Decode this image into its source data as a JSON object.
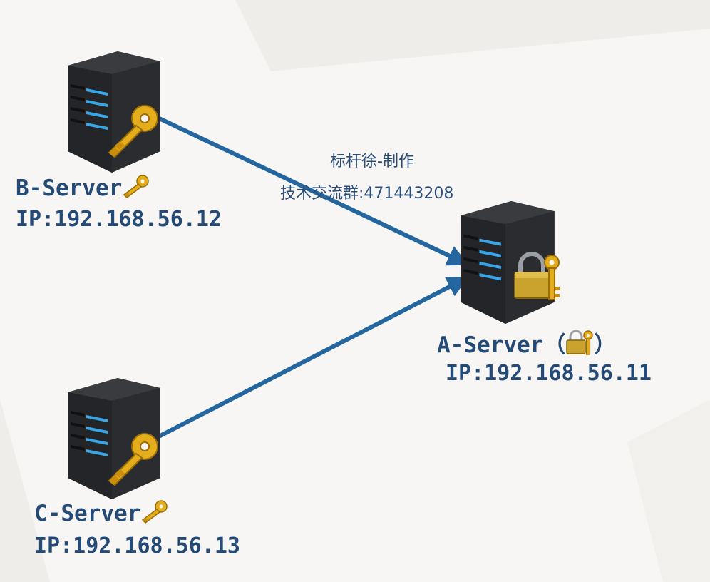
{
  "caption": {
    "author": "标杆徐-制作",
    "group": "技术交流群:471443208"
  },
  "servers": {
    "b": {
      "name": "B-Server",
      "ip": "IP:192.168.56.12",
      "badge": "key-icon"
    },
    "c": {
      "name": "C-Server",
      "ip": "IP:192.168.56.13",
      "badge": "key-icon"
    },
    "a": {
      "name": "A-Server",
      "paren_open": "（",
      "paren_close": "）",
      "ip": "IP:192.168.56.11",
      "badge": "padlock-with-key-icon"
    }
  },
  "colors": {
    "arrow": "#2466a0",
    "label": "#244a78",
    "tower": "#2b2c2f",
    "led": "#37a6e8",
    "key": "#e3ad1c"
  }
}
